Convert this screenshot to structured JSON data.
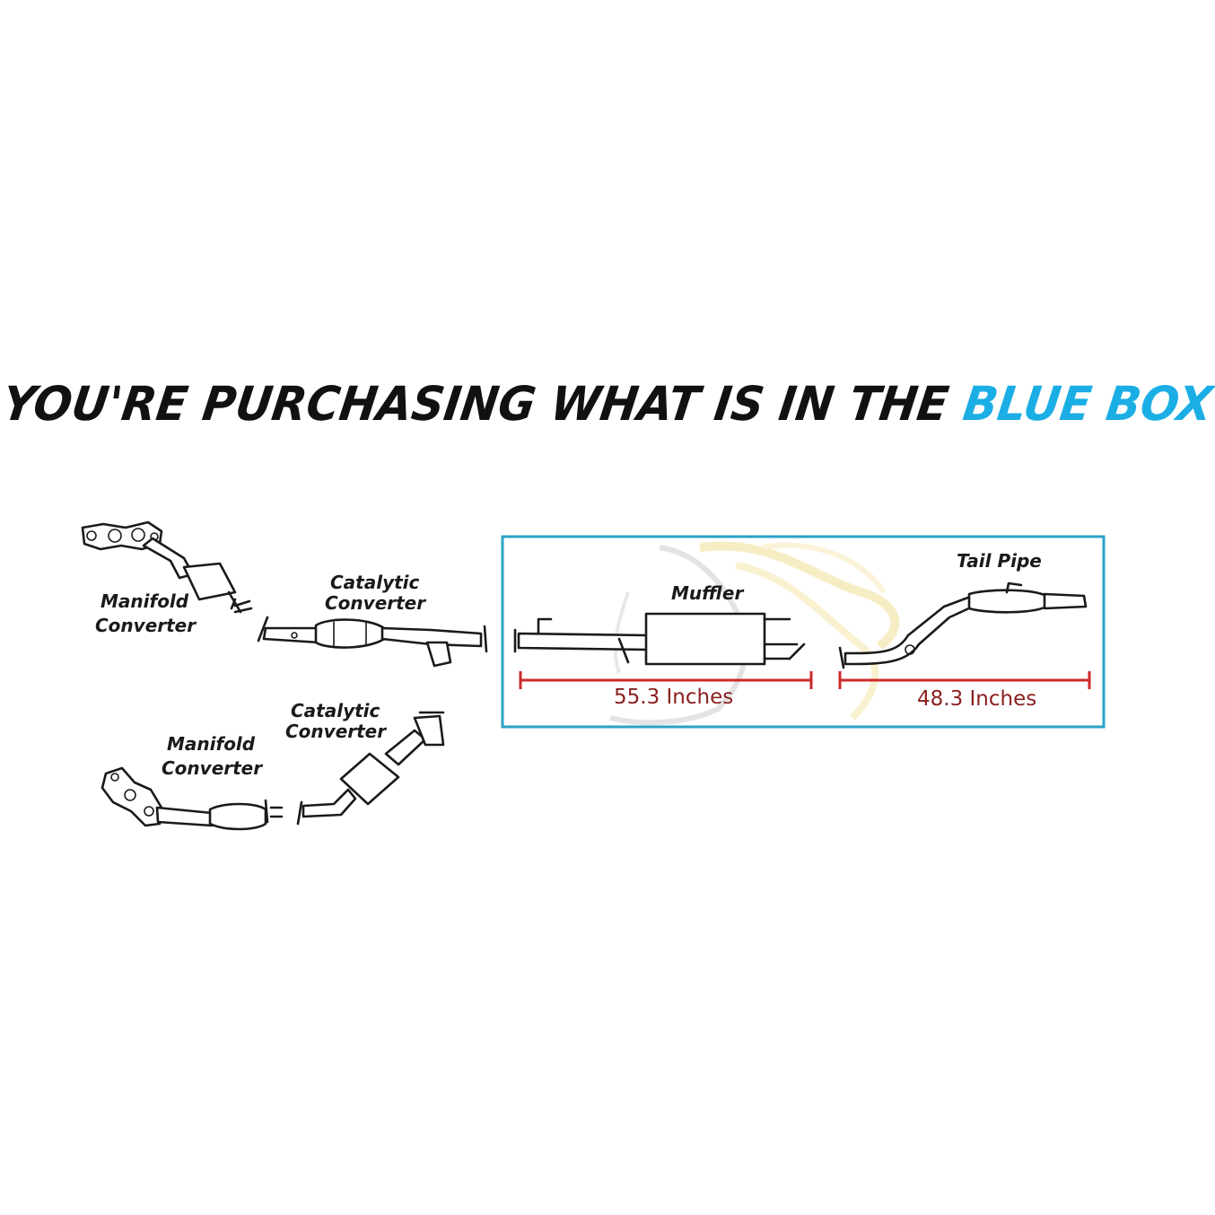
{
  "headline": {
    "dark_part": "YOU'RE PURCHASING WHAT IS IN THE ",
    "blue_part": "BLUE BOX"
  },
  "colors": {
    "headline_text": "#111111",
    "headline_accent": "#1aaee5",
    "box_border": "#2aa3c6",
    "dimension_line": "#cc2a2a",
    "dimension_text": "#8a1f1f"
  },
  "labels": {
    "upper_manifold_line1": "Manifold",
    "upper_manifold_line2": "Converter",
    "upper_catalytic_line1": "Catalytic",
    "upper_catalytic_line2": "Converter",
    "lower_manifold_line1": "Manifold",
    "lower_manifold_line2": "Converter",
    "lower_catalytic_line1": "Catalytic",
    "lower_catalytic_line2": "Converter",
    "muffler": "Muffler",
    "tail_pipe": "Tail Pipe"
  },
  "dimensions": {
    "muffler_length": "55.3 Inches",
    "tail_pipe_length": "48.3 Inches"
  }
}
